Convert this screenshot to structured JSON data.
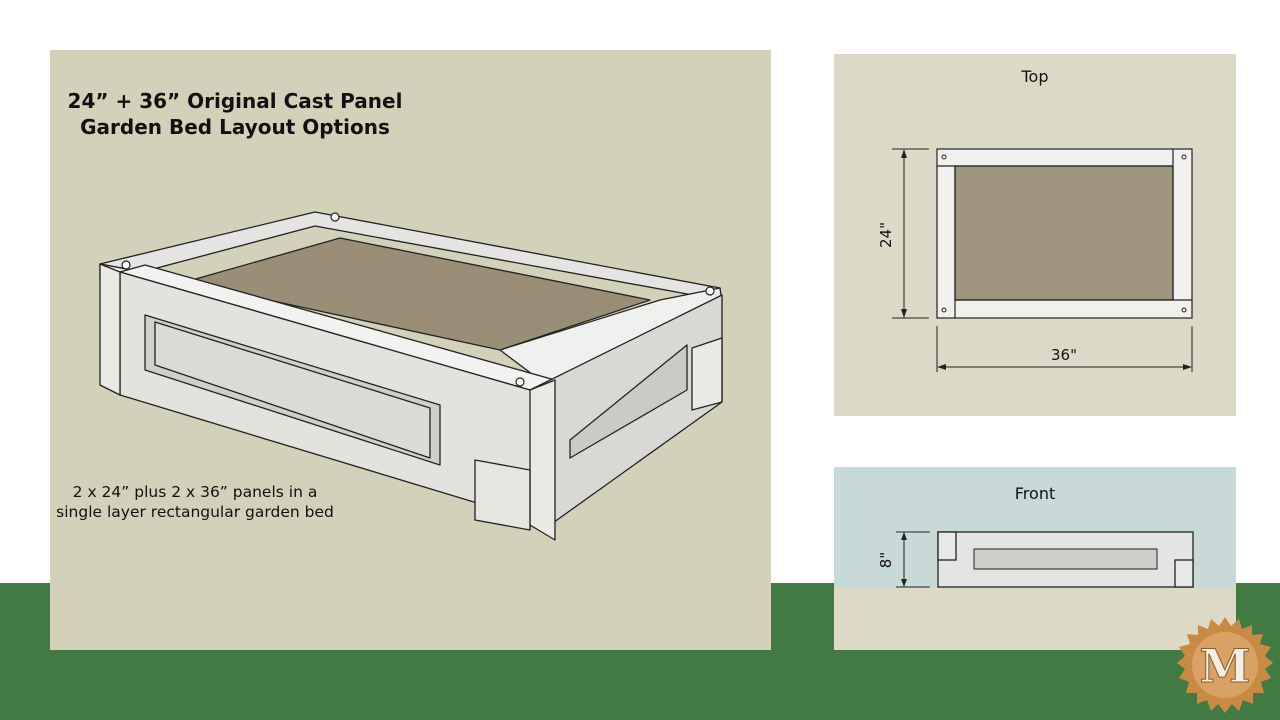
{
  "main": {
    "title": "24” + 36” Original Cast Panel Garden Bed Layout Options",
    "caption": "2 x 24” plus 2 x 36” panels in a single layer rectangular garden bed"
  },
  "top_view": {
    "label": "Top",
    "height_dim": "24\"",
    "width_dim": "36\""
  },
  "front_view": {
    "label": "Front",
    "height_dim": "8\""
  },
  "logo": {
    "letter": "M"
  },
  "colors": {
    "green": "#437a43",
    "panel": "#d4d1ba",
    "soil": "#9f957e",
    "sky": "#c8dad8",
    "logo": "#c98a45"
  }
}
